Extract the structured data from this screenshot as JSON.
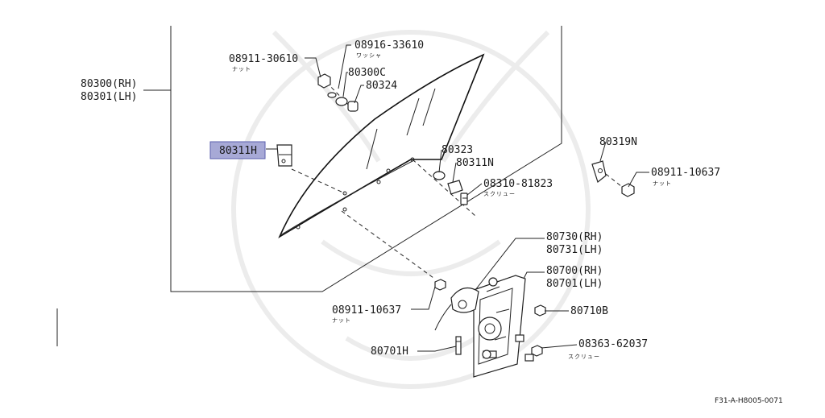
{
  "diagram": {
    "callouts": {
      "glass_rh": "80300(RH)",
      "glass_lh": "80301(LH)",
      "nut_top": "08911-30610",
      "nut_top_sub": "ナット",
      "washer": "08916-33610",
      "washer_sub": "ワッシャ",
      "part_80300c": "80300C",
      "part_80324": "80324",
      "highlighted": "80311H",
      "part_80323": "80323",
      "part_80311n": "80311N",
      "screw_top": "08310-81823",
      "screw_top_sub": "スクリュー",
      "part_80319n": "80319N",
      "nut_right": "08911-10637",
      "nut_right_sub": "ナット",
      "reg_rh": "80730(RH)",
      "reg_lh": "80731(LH)",
      "motor_rh": "80700(RH)",
      "motor_lh": "80701(LH)",
      "part_80710b": "80710B",
      "screw_bottom": "08363-62037",
      "screw_bottom_sub": "スクリュー",
      "nut_bottom": "08911-10637",
      "nut_bottom_sub": "ナット",
      "part_80701h": "80701H"
    },
    "reference_code": "F31-A-H8005-0071",
    "colors": {
      "highlight_fill": "#a7a9d6",
      "highlight_border": "#5b5fae",
      "line": "#222222",
      "watermark": "#ececec"
    }
  }
}
